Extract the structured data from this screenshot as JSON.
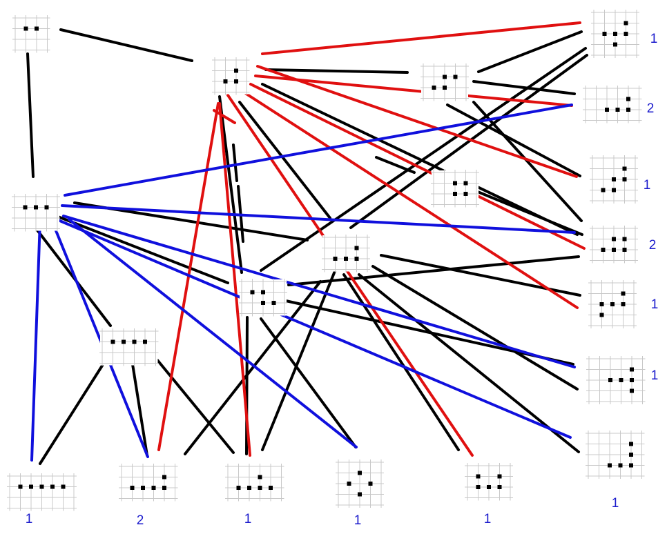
{
  "colors": {
    "black": "#000000",
    "red": "#e01010",
    "blue": "#1010dd",
    "grid": "#c8c8c8",
    "cell": "#000000",
    "count_text": "#1a1acc"
  },
  "nodes": [
    {
      "id": "n_pair",
      "cells": [
        [
          0,
          0
        ],
        [
          1,
          0
        ]
      ]
    },
    {
      "id": "n_tri_corner",
      "cells": [
        [
          1,
          0
        ],
        [
          0,
          1
        ],
        [
          1,
          1
        ]
      ]
    },
    {
      "id": "n_tri_line",
      "cells": [
        [
          0,
          0
        ],
        [
          1,
          0
        ],
        [
          2,
          0
        ]
      ]
    },
    {
      "id": "n_quad_step",
      "cells": [
        [
          1,
          0
        ],
        [
          2,
          0
        ],
        [
          0,
          1
        ],
        [
          1,
          1
        ]
      ]
    },
    {
      "id": "n_quad_sq",
      "cells": [
        [
          1,
          0
        ],
        [
          2,
          0
        ],
        [
          1,
          1
        ],
        [
          2,
          1
        ]
      ]
    },
    {
      "id": "n_quad_L",
      "cells": [
        [
          2,
          0
        ],
        [
          0,
          1
        ],
        [
          1,
          1
        ],
        [
          2,
          1
        ]
      ]
    },
    {
      "id": "n_quad_T",
      "cells": [
        [
          0,
          0
        ],
        [
          1,
          1
        ],
        [
          2,
          1
        ],
        [
          1,
          0
        ]
      ]
    },
    {
      "id": "n_quad_line",
      "cells": [
        [
          0,
          0
        ],
        [
          1,
          0
        ],
        [
          2,
          0
        ],
        [
          3,
          0
        ]
      ]
    },
    {
      "id": "n_pent_line",
      "cells": [
        [
          0,
          0
        ],
        [
          1,
          0
        ],
        [
          2,
          0
        ],
        [
          3,
          0
        ],
        [
          4,
          0
        ]
      ]
    },
    {
      "id": "n_pent_L",
      "cells": [
        [
          3,
          0
        ],
        [
          0,
          1
        ],
        [
          1,
          1
        ],
        [
          2,
          1
        ],
        [
          3,
          1
        ]
      ]
    },
    {
      "id": "n_pent_T",
      "cells": [
        [
          2,
          0
        ],
        [
          0,
          1
        ],
        [
          1,
          1
        ],
        [
          2,
          1
        ],
        [
          3,
          1
        ]
      ]
    },
    {
      "id": "n_pent_plus",
      "cells": [
        [
          1,
          0
        ],
        [
          0,
          1
        ],
        [
          2,
          1
        ],
        [
          1,
          2
        ]
      ]
    },
    {
      "id": "n_pent_W",
      "cells": [
        [
          0,
          0
        ],
        [
          2,
          0
        ],
        [
          0,
          1
        ],
        [
          1,
          1
        ],
        [
          2,
          1
        ]
      ]
    },
    {
      "id": "n_pent_r1",
      "cells": [
        [
          2,
          0
        ],
        [
          0,
          1
        ],
        [
          1,
          1
        ],
        [
          2,
          1
        ],
        [
          1,
          2
        ]
      ]
    },
    {
      "id": "n_pent_r2",
      "cells": [
        [
          3,
          0
        ],
        [
          1,
          1
        ],
        [
          2,
          1
        ],
        [
          3,
          1
        ]
      ]
    },
    {
      "id": "n_pent_r3",
      "cells": [
        [
          2,
          0
        ],
        [
          1,
          1
        ],
        [
          2,
          1
        ],
        [
          0,
          2
        ],
        [
          1,
          2
        ]
      ]
    },
    {
      "id": "n_pent_r4",
      "cells": [
        [
          1,
          0
        ],
        [
          2,
          0
        ],
        [
          0,
          1
        ],
        [
          1,
          1
        ],
        [
          2,
          1
        ]
      ]
    },
    {
      "id": "n_pent_r5",
      "cells": [
        [
          2,
          0
        ],
        [
          0,
          1
        ],
        [
          1,
          1
        ],
        [
          2,
          1
        ],
        [
          0,
          2
        ]
      ]
    },
    {
      "id": "n_pent_r6",
      "cells": [
        [
          3,
          0
        ],
        [
          1,
          1
        ],
        [
          2,
          1
        ],
        [
          3,
          1
        ],
        [
          3,
          2
        ]
      ]
    },
    {
      "id": "n_pent_r7",
      "cells": [
        [
          3,
          0
        ],
        [
          3,
          1
        ],
        [
          1,
          2
        ],
        [
          2,
          2
        ],
        [
          3,
          2
        ]
      ]
    }
  ],
  "edges": [
    {
      "color": "black"
    },
    {
      "color": "black"
    },
    {
      "color": "black"
    },
    {
      "color": "black"
    },
    {
      "color": "black"
    },
    {
      "color": "black"
    },
    {
      "color": "black"
    },
    {
      "color": "black"
    },
    {
      "color": "black"
    },
    {
      "color": "black"
    },
    {
      "color": "black"
    },
    {
      "color": "black"
    },
    {
      "color": "black"
    },
    {
      "color": "black"
    },
    {
      "color": "black"
    },
    {
      "color": "black"
    },
    {
      "color": "black"
    },
    {
      "color": "black"
    },
    {
      "color": "black"
    },
    {
      "color": "black"
    },
    {
      "color": "black"
    },
    {
      "color": "black"
    },
    {
      "color": "black"
    },
    {
      "color": "black"
    },
    {
      "color": "black"
    },
    {
      "color": "black"
    },
    {
      "color": "black"
    },
    {
      "color": "black"
    },
    {
      "color": "black"
    },
    {
      "color": "black"
    },
    {
      "color": "black"
    },
    {
      "color": "black"
    },
    {
      "color": "red"
    },
    {
      "color": "red"
    },
    {
      "color": "red"
    },
    {
      "color": "red"
    },
    {
      "color": "red"
    },
    {
      "color": "red"
    },
    {
      "color": "red"
    },
    {
      "color": "red"
    },
    {
      "color": "red"
    },
    {
      "color": "blue"
    },
    {
      "color": "blue"
    },
    {
      "color": "blue"
    },
    {
      "color": "blue"
    },
    {
      "color": "blue"
    },
    {
      "color": "blue"
    },
    {
      "color": "blue"
    }
  ],
  "counts": {
    "right_1": "1",
    "right_2": "2",
    "right_3": "1",
    "right_4": "2",
    "right_5": "1",
    "right_6": "1",
    "right_7": "1",
    "bottom_1": "1",
    "bottom_2": "2",
    "bottom_3": "1",
    "bottom_4": "1",
    "bottom_5": "1"
  }
}
